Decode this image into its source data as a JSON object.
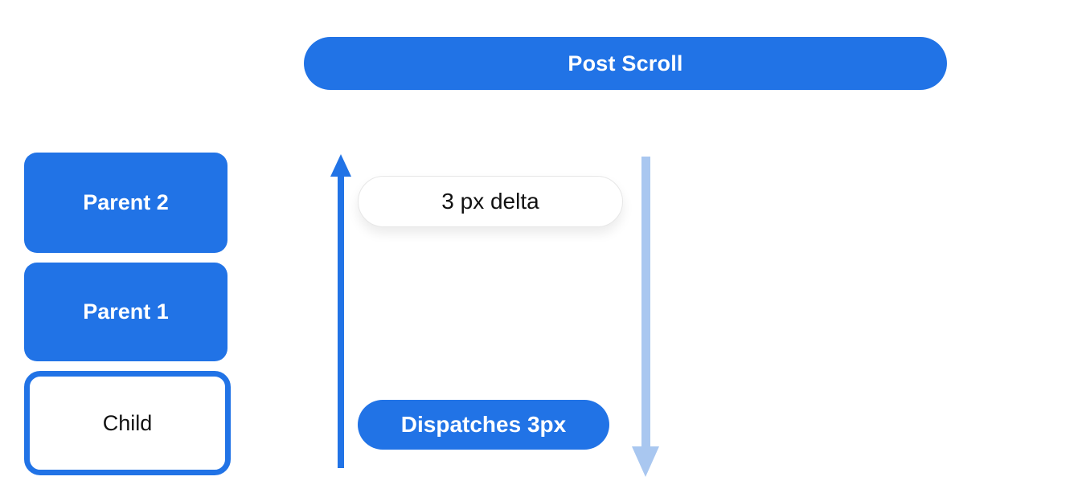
{
  "colors": {
    "primary_blue": "#2173e6",
    "light_blue": "#a9c7f0",
    "pill_border": "#e7e7e7",
    "text_dark": "#111111",
    "text_light": "#ffffff"
  },
  "header": {
    "title": "Post Scroll"
  },
  "stack": {
    "items": [
      {
        "label": "Parent 2",
        "variant": "filled"
      },
      {
        "label": "Parent 1",
        "variant": "filled"
      },
      {
        "label": "Child",
        "variant": "outlined"
      }
    ]
  },
  "flow": {
    "delta_label": "3 px delta",
    "dispatch_label": "Dispatches 3px",
    "up_arrow_icon": "scroll-up-arrow",
    "down_arrow_icon": "scroll-down-arrow"
  }
}
